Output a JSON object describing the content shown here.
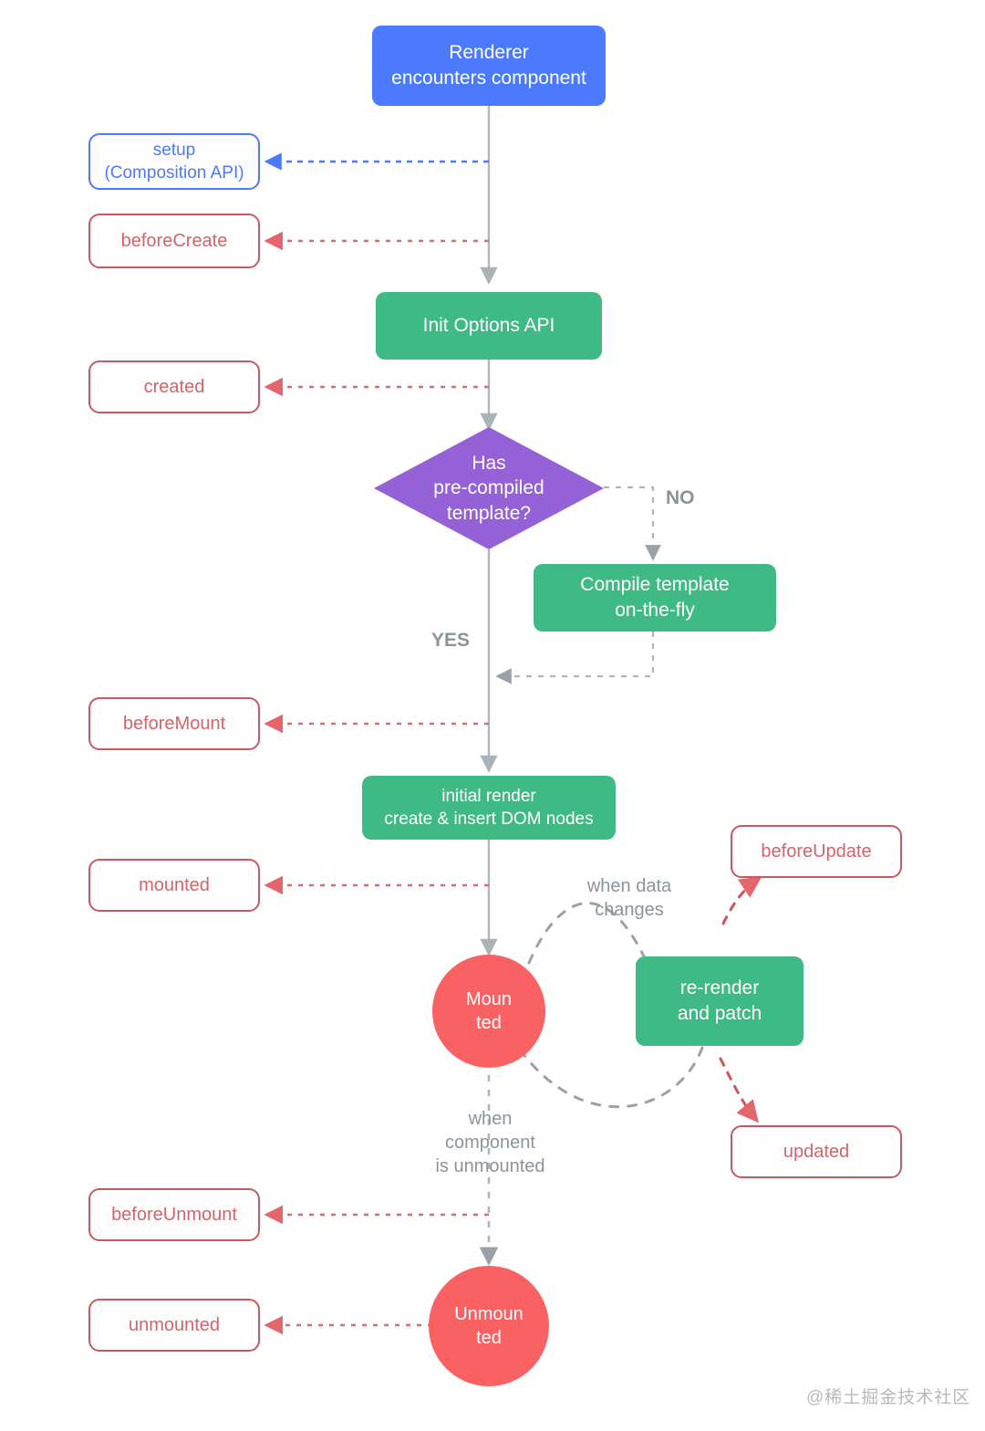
{
  "title": "Vue 3 Component Lifecycle Diagram",
  "colors": {
    "blue": "#4b7bfc",
    "green": "#3fba85",
    "purple": "#9461d6",
    "red_circle": "#fa6162",
    "hook_border": "#c8595e",
    "hook_text": "#d2646a",
    "flow_line": "#b0b8bc",
    "dashed_gray": "#9aa2a8",
    "label_text": "#8c949a"
  },
  "nodes": {
    "renderer": {
      "label": "Renderer\nencounters component",
      "line1": "Renderer",
      "line2": "encounters component"
    },
    "setup": {
      "line1": "setup",
      "line2": "(Composition API)"
    },
    "before_create": {
      "label": "beforeCreate"
    },
    "init_options": {
      "label": "Init Options API"
    },
    "created": {
      "label": "created"
    },
    "decision": {
      "line1": "Has",
      "line2": "pre-compiled",
      "line3": "template?"
    },
    "compile_template": {
      "line1": "Compile template",
      "line2": "on-the-fly"
    },
    "before_mount": {
      "label": "beforeMount"
    },
    "initial_render": {
      "line1": "initial render",
      "line2": "create & insert DOM nodes"
    },
    "mounted_hook": {
      "label": "mounted"
    },
    "mounted_state": {
      "line1": "Moun",
      "line2": "ted"
    },
    "before_update": {
      "label": "beforeUpdate"
    },
    "re_render": {
      "line1": "re-render",
      "line2": "and patch"
    },
    "updated": {
      "label": "updated"
    },
    "before_unmount": {
      "label": "beforeUnmount"
    },
    "unmounted_hook": {
      "label": "unmounted"
    },
    "unmounted_state": {
      "line1": "Unmoun",
      "line2": "ted"
    }
  },
  "edge_labels": {
    "no": "NO",
    "yes": "YES",
    "when_data_changes_l1": "when data",
    "when_data_changes_l2": "changes",
    "when_unmounted_l1": "when",
    "when_unmounted_l2": "component",
    "when_unmounted_l3": "is unmounted"
  },
  "watermark": {
    "text": "@稀土掘金技术社区"
  }
}
